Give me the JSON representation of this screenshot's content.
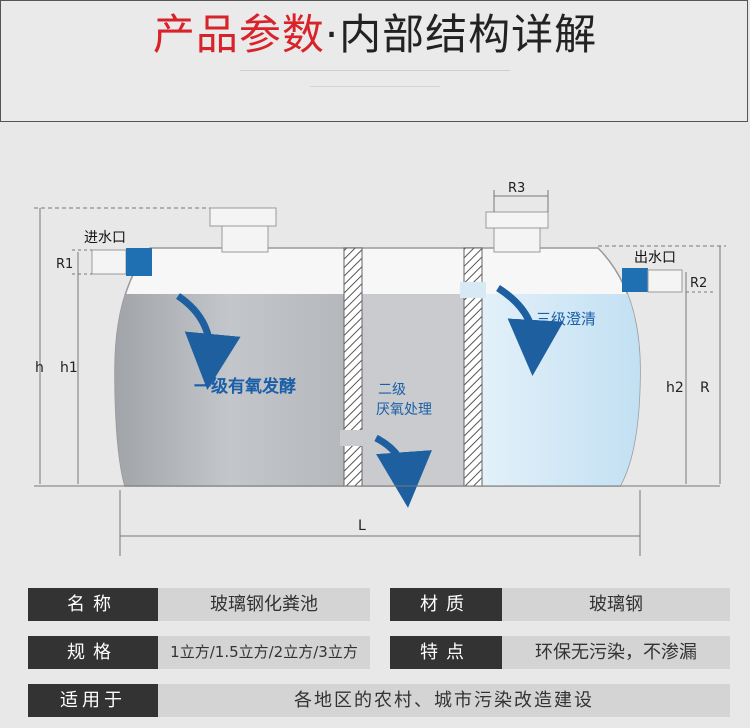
{
  "header": {
    "title_red": "产品参数",
    "title_dark": "·内部结构详解"
  },
  "diagram": {
    "inlet_label": "进水口",
    "outlet_label": "出水口",
    "stage1": "一级有氧发酵",
    "stage2_line1": "二级",
    "stage2_line2": "厌氧处理",
    "stage3": "三级澄清",
    "dim_R1": "R1",
    "dim_R2": "R2",
    "dim_R3": "R3",
    "dim_h": "h",
    "dim_h1": "h1",
    "dim_h2": "h2",
    "dim_R": "R",
    "dim_L": "L"
  },
  "specs": {
    "row1": {
      "k1": "名称",
      "v1": "玻璃钢化粪池",
      "k2": "材质",
      "v2": "玻璃钢"
    },
    "row2": {
      "k1": "规格",
      "v1": "1立方/1.5立方/2立方/3立方",
      "k2": "特点",
      "v2": "环保无污染，不渗漏"
    },
    "row3": {
      "k1": "适用于",
      "v1": "各地区的农村、城市污染改造建设"
    }
  },
  "colors": {
    "title_red": "#d9232a",
    "pipe_blue": "#1f6fb3",
    "arrow_blue": "#1d5f9f",
    "stage1_text": "#1b5fa8",
    "water_gray": "#b9bcc0",
    "water_blue": "#cfe6f5"
  }
}
